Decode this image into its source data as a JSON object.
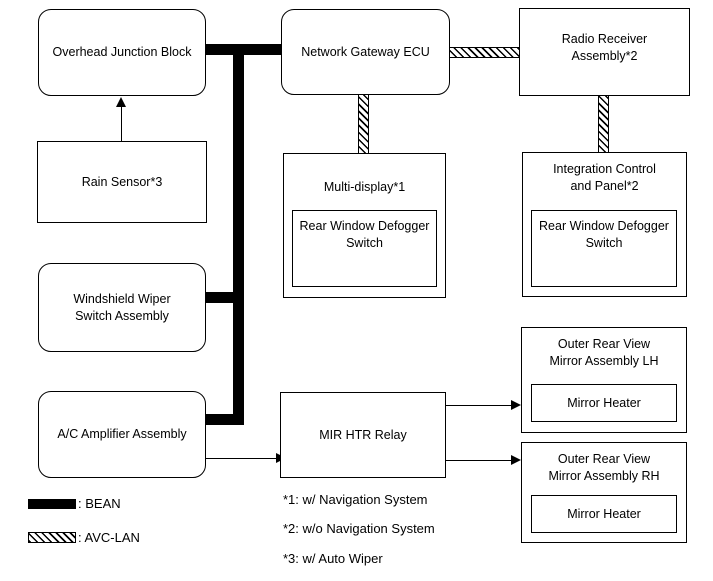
{
  "diagram": {
    "type": "automotive-system-block-diagram",
    "nodes": {
      "overhead_junction_block": {
        "label": "Overhead Junction Block"
      },
      "rain_sensor": {
        "label": "Rain Sensor*3"
      },
      "windshield_wiper_switch": {
        "label": "Windshield Wiper\nSwitch Assembly",
        "line1": "Windshield Wiper",
        "line2": "Switch Assembly"
      },
      "ac_amplifier": {
        "label": "A/C Amplifier Assembly"
      },
      "network_gateway_ecu": {
        "label": "Network Gateway ECU"
      },
      "multi_display": {
        "label": "Multi-display*1"
      },
      "multi_display_switch": {
        "line1": "Rear Window",
        "line2": "Defogger Switch"
      },
      "radio_receiver": {
        "line1": "Radio Receiver",
        "line2": "Assembly*2"
      },
      "integration_control": {
        "line1": "Integration Control",
        "line2": "and Panel*2"
      },
      "integration_control_switch": {
        "line1": "Rear Window",
        "line2": "Defogger Switch"
      },
      "mir_htr_relay": {
        "label": "MIR HTR Relay"
      },
      "mirror_lh": {
        "line1": "Outer Rear View",
        "line2": "Mirror Assembly LH"
      },
      "mirror_lh_heater": {
        "label": "Mirror Heater"
      },
      "mirror_rh": {
        "line1": "Outer Rear View",
        "line2": "Mirror Assembly RH"
      },
      "mirror_rh_heater": {
        "label": "Mirror Heater"
      }
    },
    "legend": {
      "bean": {
        "label": ": BEAN",
        "swatch": "solid-black-bar",
        "color": "#000000"
      },
      "avclan": {
        "label": ": AVC-LAN",
        "swatch": "diagonal-hatched-bar",
        "color": "#000000"
      }
    },
    "footnotes": [
      {
        "marker": "*1",
        "text": "*1: w/ Navigation System"
      },
      {
        "marker": "*2",
        "text": "*2: w/o Navigation System"
      },
      {
        "marker": "*3",
        "text": "*3: w/ Auto Wiper"
      }
    ]
  }
}
